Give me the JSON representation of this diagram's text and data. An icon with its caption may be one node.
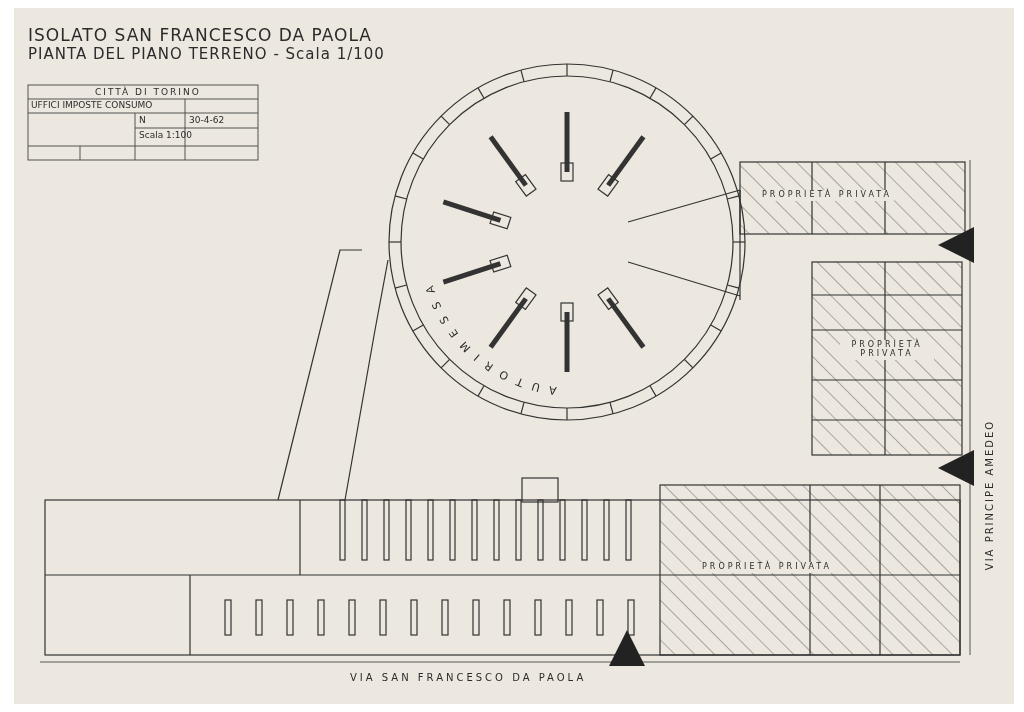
{
  "diagram": {
    "title": "ISOLATO SAN FRANCESCO DA PAOLA",
    "labels": [
      "PIANTA DEL PIANO TERRENO - Scala 1/100",
      "CITTÀ DI TORINO",
      "UFFICI IMPOSTE CONSUMO",
      "N",
      "30-4-62",
      "Scala 1:100",
      "AUTORIMESSA",
      "PROPRIETÀ PRIVATA",
      "PROPRIETÀ PRIVATA",
      "VIA PRINCIPE AMEDEO",
      "PROPRIETÀ PRIVATA",
      "VIA SAN FRANCESCO DA PAOLA"
    ]
  }
}
